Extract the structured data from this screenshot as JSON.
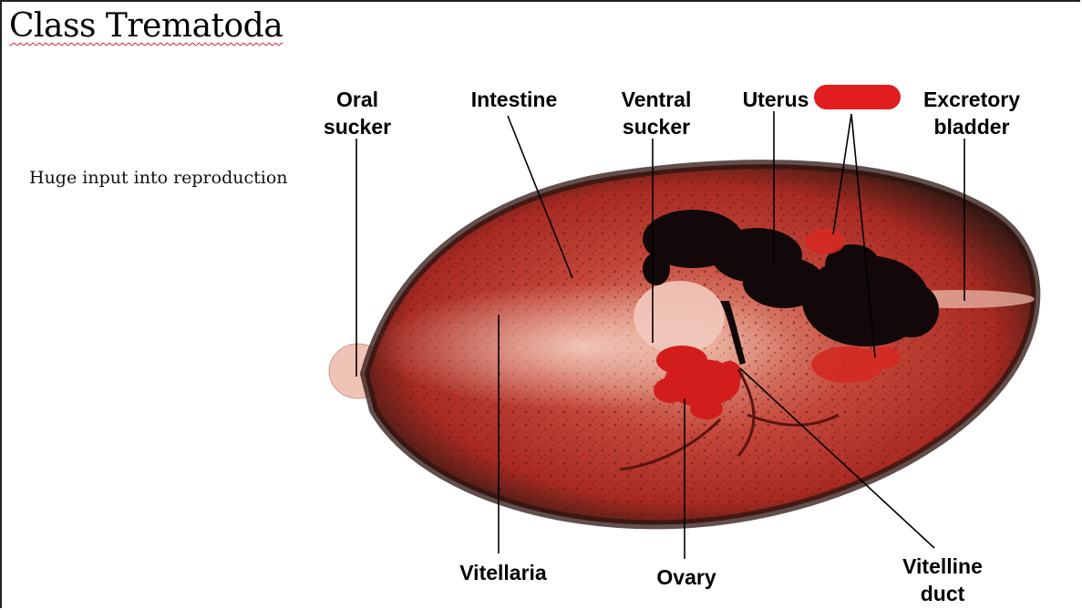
{
  "slide": {
    "title": "Class Trematoda",
    "note": "Huge input into reproduction"
  },
  "diagram": {
    "subject": "fluke",
    "labels": {
      "oral_sucker": "Oral\nsucker",
      "intestine": "Intestine",
      "ventral_sucker": "Ventral\nsucker",
      "uterus": "Uterus",
      "testes_redacted": "",
      "excretory_bladder": "Excretory\nbladder",
      "vitellaria": "Vitellaria",
      "ovary": "Ovary",
      "vitelline_duct": "Vitelline\nduct"
    },
    "colors": {
      "body_tissue": "#b8332a",
      "dark_rim": "#3a1a14",
      "uterus_dark": "#120809",
      "ovary_red": "#d31d1c",
      "pale_center": "#f3c8b8",
      "redaction": "#e21d1d"
    }
  }
}
